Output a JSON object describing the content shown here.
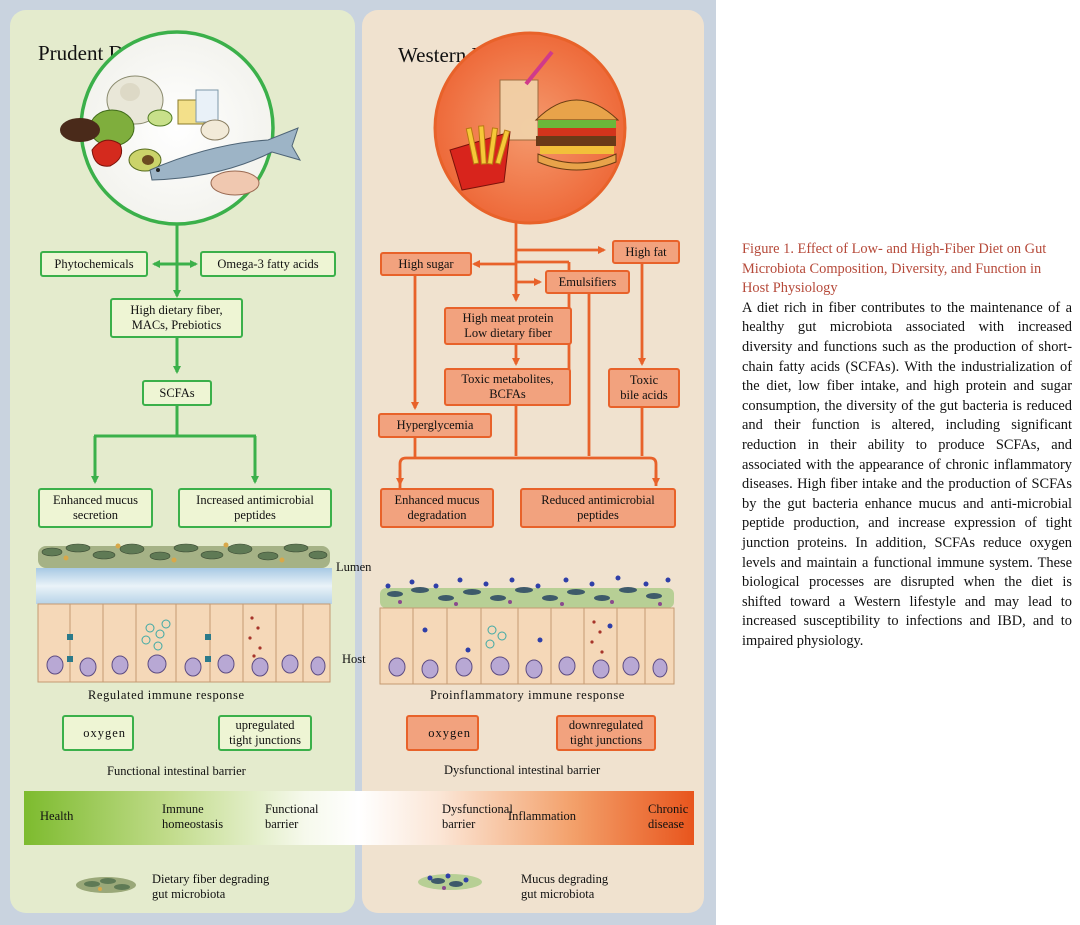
{
  "figure": {
    "prudent": {
      "title": "Prudent Diet",
      "boxes": {
        "phytochemicals": "Phytochemicals",
        "omega3": "Omega-3 fatty acids",
        "fiber_line1": "High dietary fiber,",
        "fiber_line2": "MACs, Prebiotics",
        "scfas": "SCFAs",
        "mucus_line1": "Enhanced mucus",
        "mucus_line2": "secretion",
        "amp_line1": "Increased antimicrobial",
        "amp_line2": "peptides"
      },
      "lumen_label": "Lumen",
      "host_label": "Host",
      "immune_response": "Regulated immune response",
      "oxygen": "oxygen",
      "tj_line1": "upregulated",
      "tj_line2": "tight junctions",
      "barrier": "Functional intestinal barrier",
      "legend_line1": "Dietary fiber degrading",
      "legend_line2": "gut microbiota"
    },
    "western": {
      "title": "Western Diet",
      "boxes": {
        "high_sugar": "High sugar",
        "high_fat": "High fat",
        "emulsifiers": "Emulsifiers",
        "meat_line1": "High meat protein",
        "meat_line2": "Low dietary fiber",
        "toxic_met_line1": "Toxic metabolites,",
        "toxic_met_line2": "BCFAs",
        "toxic_bile_line1": "Toxic",
        "toxic_bile_line2": "bile acids",
        "hyperglycemia": "Hyperglycemia",
        "mucus_line1": "Enhanced mucus",
        "mucus_line2": "degradation",
        "amp_line1": "Reduced antimicrobial",
        "amp_line2": "peptides"
      },
      "immune_response": "Proinflammatory immune response",
      "oxygen": "oxygen",
      "tj_line1": "downregulated",
      "tj_line2": "tight junctions",
      "barrier": "Dysfunctional intestinal barrier",
      "legend_line1": "Mucus degrading",
      "legend_line2": "gut microbiota"
    },
    "gradient_bar": {
      "health": "Health",
      "immune_line1": "Immune",
      "immune_line2": "homeostasis",
      "functional_line1": "Functional",
      "functional_line2": "barrier",
      "dysfunctional_line1": "Dysfunctional",
      "dysfunctional_line2": "barrier",
      "inflammation": "Inflammation",
      "chronic_line1": "Chronic",
      "chronic_line2": "disease"
    },
    "colors": {
      "prudent_green": "#3bb04a",
      "western_orange": "#e8622a",
      "prudent_panel": "#e4ebcd",
      "western_panel": "#f0e2cf",
      "caption_title": "#b64a3a"
    },
    "icons": [
      "healthy-food-plate-icon",
      "fast-food-plate-icon",
      "oxygen-down-arrow-icon",
      "oxygen-up-arrow-icon",
      "double-arrow-icon",
      "fiber-microbiota-icon",
      "mucus-microbiota-icon"
    ]
  },
  "caption": {
    "title": "Figure 1.  Effect of Low- and High-Fiber Diet on Gut Microbiota Composition, Diversity, and Function in Host Physiology",
    "body": "A diet rich in fiber contributes to the maintenance of a healthy gut microbiota associated with increased diversity and functions such as the production of short-chain fatty acids (SCFAs). With the industrialization of the diet, low fiber intake, and high protein and sugar consumption, the diversity of the gut bacteria is reduced and their function is altered, including significant reduction in their ability to produce SCFAs, and associated with the appearance of chronic inflammatory diseases. High fiber intake and the production of SCFAs by the gut bacteria enhance mucus and anti-microbial peptide production, and increase expression of tight junction proteins. In addition, SCFAs reduce oxygen levels and maintain a functional immune system. These biological processes are disrupted when the diet is shifted toward a Western lifestyle and may lead to increased susceptibility to infections and IBD, and to impaired physiology."
  }
}
